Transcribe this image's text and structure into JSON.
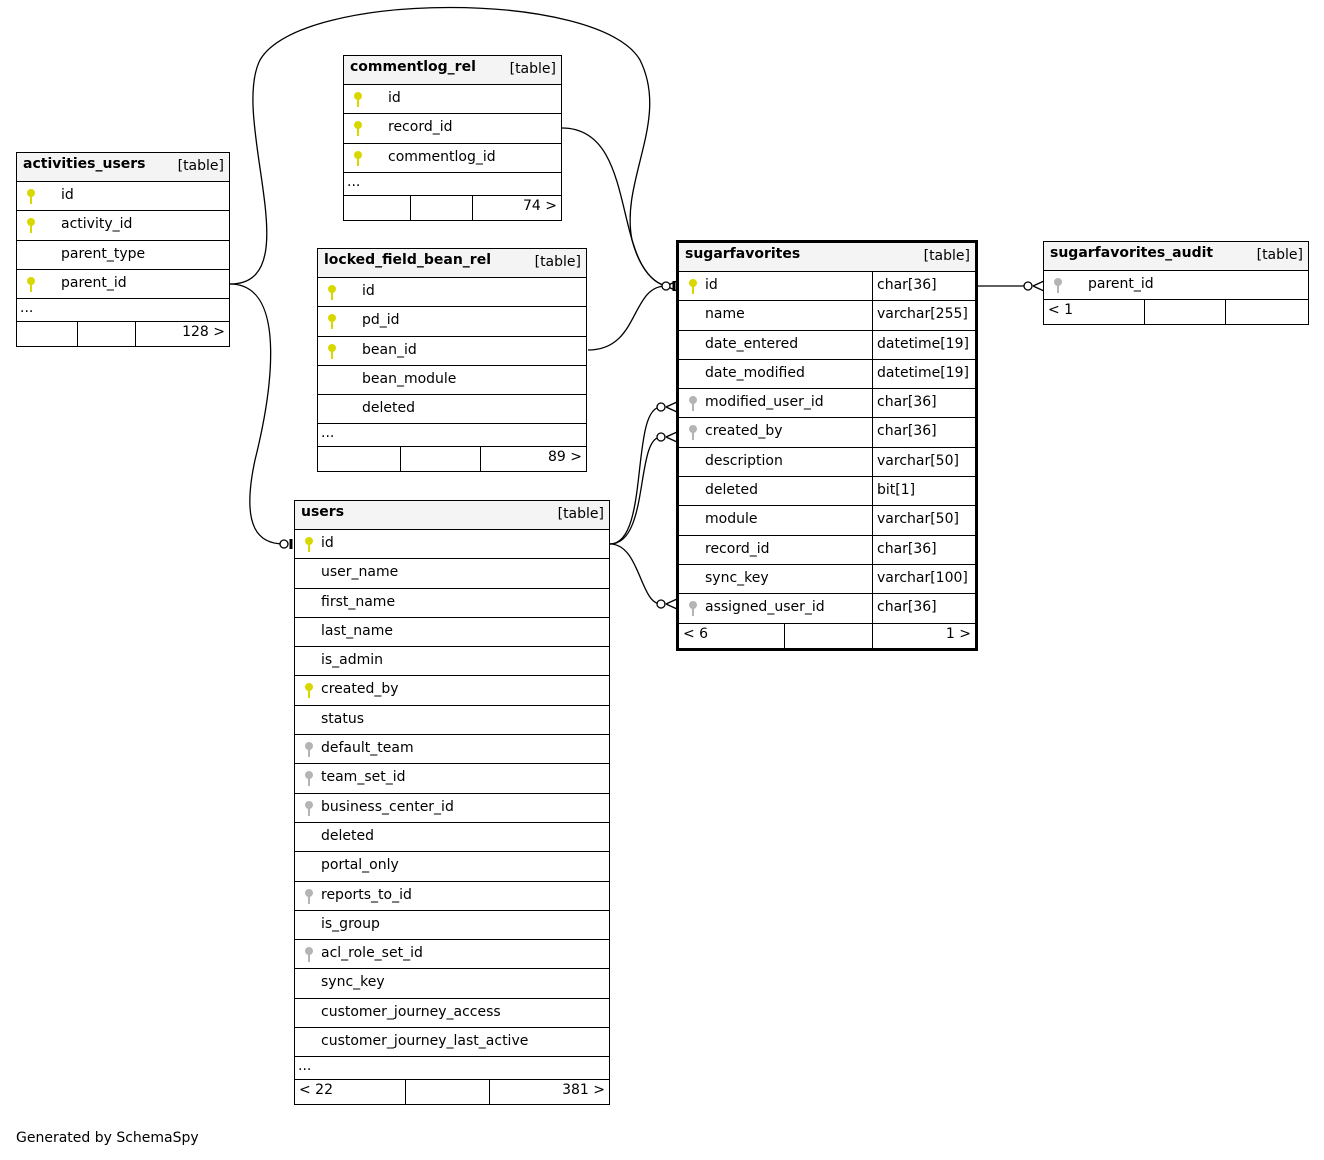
{
  "tables": [
    {
      "id": "activities_users",
      "name": "activities_users",
      "type_label": "[table]",
      "columns": [
        {
          "name": "id",
          "key": "pk"
        },
        {
          "name": "activity_id",
          "key": "pk"
        },
        {
          "name": "parent_type",
          "key": ""
        },
        {
          "name": "parent_id",
          "key": "pk"
        }
      ],
      "more": "...",
      "footer_left": "",
      "footer_right": "128 >"
    },
    {
      "id": "commentlog_rel",
      "name": "commentlog_rel",
      "type_label": "[table]",
      "columns": [
        {
          "name": "id",
          "key": "pk"
        },
        {
          "name": "record_id",
          "key": "pk"
        },
        {
          "name": "commentlog_id",
          "key": "pk"
        }
      ],
      "more": "...",
      "footer_left": "",
      "footer_right": "74 >"
    },
    {
      "id": "locked_field_bean_rel",
      "name": "locked_field_bean_rel",
      "type_label": "[table]",
      "columns": [
        {
          "name": "id",
          "key": "pk"
        },
        {
          "name": "pd_id",
          "key": "pk"
        },
        {
          "name": "bean_id",
          "key": "pk"
        },
        {
          "name": "bean_module",
          "key": ""
        },
        {
          "name": "deleted",
          "key": ""
        }
      ],
      "more": "...",
      "footer_left": "",
      "footer_right": "89 >"
    },
    {
      "id": "users",
      "name": "users",
      "type_label": "[table]",
      "columns": [
        {
          "name": "id",
          "key": "pk"
        },
        {
          "name": "user_name",
          "key": ""
        },
        {
          "name": "first_name",
          "key": ""
        },
        {
          "name": "last_name",
          "key": ""
        },
        {
          "name": "is_admin",
          "key": ""
        },
        {
          "name": "created_by",
          "key": "pk"
        },
        {
          "name": "status",
          "key": ""
        },
        {
          "name": "default_team",
          "key": "fk"
        },
        {
          "name": "team_set_id",
          "key": "fk"
        },
        {
          "name": "business_center_id",
          "key": "fk"
        },
        {
          "name": "deleted",
          "key": ""
        },
        {
          "name": "portal_only",
          "key": ""
        },
        {
          "name": "reports_to_id",
          "key": "fk"
        },
        {
          "name": "is_group",
          "key": ""
        },
        {
          "name": "acl_role_set_id",
          "key": "fk"
        },
        {
          "name": "sync_key",
          "key": ""
        },
        {
          "name": "customer_journey_access",
          "key": ""
        },
        {
          "name": "customer_journey_last_active",
          "key": ""
        }
      ],
      "more": "...",
      "footer_left": "< 22",
      "footer_right": "381 >"
    },
    {
      "id": "sugarfavorites",
      "name": "sugarfavorites",
      "type_label": "[table]",
      "focus": true,
      "columns": [
        {
          "name": "id",
          "type": "char[36]",
          "key": "pk"
        },
        {
          "name": "name",
          "type": "varchar[255]",
          "key": ""
        },
        {
          "name": "date_entered",
          "type": "datetime[19]",
          "key": ""
        },
        {
          "name": "date_modified",
          "type": "datetime[19]",
          "key": ""
        },
        {
          "name": "modified_user_id",
          "type": "char[36]",
          "key": "fk"
        },
        {
          "name": "created_by",
          "type": "char[36]",
          "key": "fk"
        },
        {
          "name": "description",
          "type": "varchar[50]",
          "key": ""
        },
        {
          "name": "deleted",
          "type": "bit[1]",
          "key": ""
        },
        {
          "name": "module",
          "type": "varchar[50]",
          "key": ""
        },
        {
          "name": "record_id",
          "type": "char[36]",
          "key": ""
        },
        {
          "name": "sync_key",
          "type": "varchar[100]",
          "key": ""
        },
        {
          "name": "assigned_user_id",
          "type": "char[36]",
          "key": "fk"
        }
      ],
      "footer_left": "< 6",
      "footer_right": "1 >"
    },
    {
      "id": "sugarfavorites_audit",
      "name": "sugarfavorites_audit",
      "type_label": "[table]",
      "columns": [
        {
          "name": "parent_id",
          "key": "fk"
        }
      ],
      "footer_left": "< 1",
      "footer_right": ""
    }
  ],
  "relationships": [
    {
      "from": "activities_users.parent_id",
      "to": "sugarfavorites.id"
    },
    {
      "from": "commentlog_rel.record_id",
      "to": "sugarfavorites.id"
    },
    {
      "from": "locked_field_bean_rel.bean_id",
      "to": "sugarfavorites.id"
    },
    {
      "from": "activities_users.parent_id",
      "to": "users.id"
    },
    {
      "from": "sugarfavorites.modified_user_id",
      "to": "users.id"
    },
    {
      "from": "sugarfavorites.created_by",
      "to": "users.id"
    },
    {
      "from": "sugarfavorites.assigned_user_id",
      "to": "users.id"
    },
    {
      "from": "sugarfavorites_audit.parent_id",
      "to": "sugarfavorites.id"
    }
  ],
  "footer_text": "Generated by SchemaSpy"
}
